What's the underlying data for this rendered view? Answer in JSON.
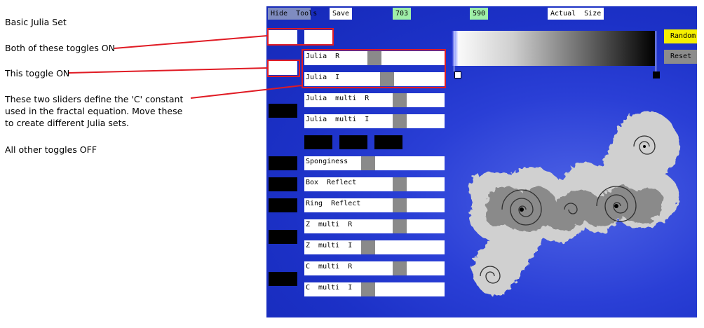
{
  "annotations": {
    "title": "Basic Julia Set",
    "both_toggles": "Both of these toggles ON",
    "this_toggle": "This toggle ON",
    "sliders_line1": "These two sliders define the 'C' constant",
    "sliders_line2": "used in the fractal equation. Move these",
    "sliders_line3": "to create different Julia sets.",
    "other_toggles": "All other toggles OFF"
  },
  "toolbar": {
    "hide_tools": "Hide  Tools",
    "save": "Save",
    "width_value": "703",
    "height_value": "590",
    "actual_size": "Actual  Size"
  },
  "gradient_panel": {
    "random_label": "Random",
    "reset_label": "Reset"
  },
  "sliders": [
    {
      "label": "Julia  R",
      "position": 0.5
    },
    {
      "label": "Julia  I",
      "position": 0.6
    },
    {
      "label": "Julia  multi  R",
      "position": 0.7
    },
    {
      "label": "Julia  multi  I",
      "position": 0.7
    },
    {
      "label": "Sponginess",
      "position": 0.45
    },
    {
      "label": "Box  Reflect",
      "position": 0.7
    },
    {
      "label": "Ring  Reflect",
      "position": 0.7
    },
    {
      "label": "Z  multi  R",
      "position": 0.7
    },
    {
      "label": "Z  multi  I",
      "position": 0.45
    },
    {
      "label": "C  multi  R",
      "position": 0.7
    },
    {
      "label": "C  multi  I",
      "position": 0.45
    }
  ],
  "colors": {
    "background_blue": "#1c31c7",
    "toggle_on": "#ffffff",
    "toggle_off": "#000000",
    "highlight_red": "#e01b24",
    "value_green": "#9ff0a8",
    "random_yellow": "#f5f000"
  }
}
